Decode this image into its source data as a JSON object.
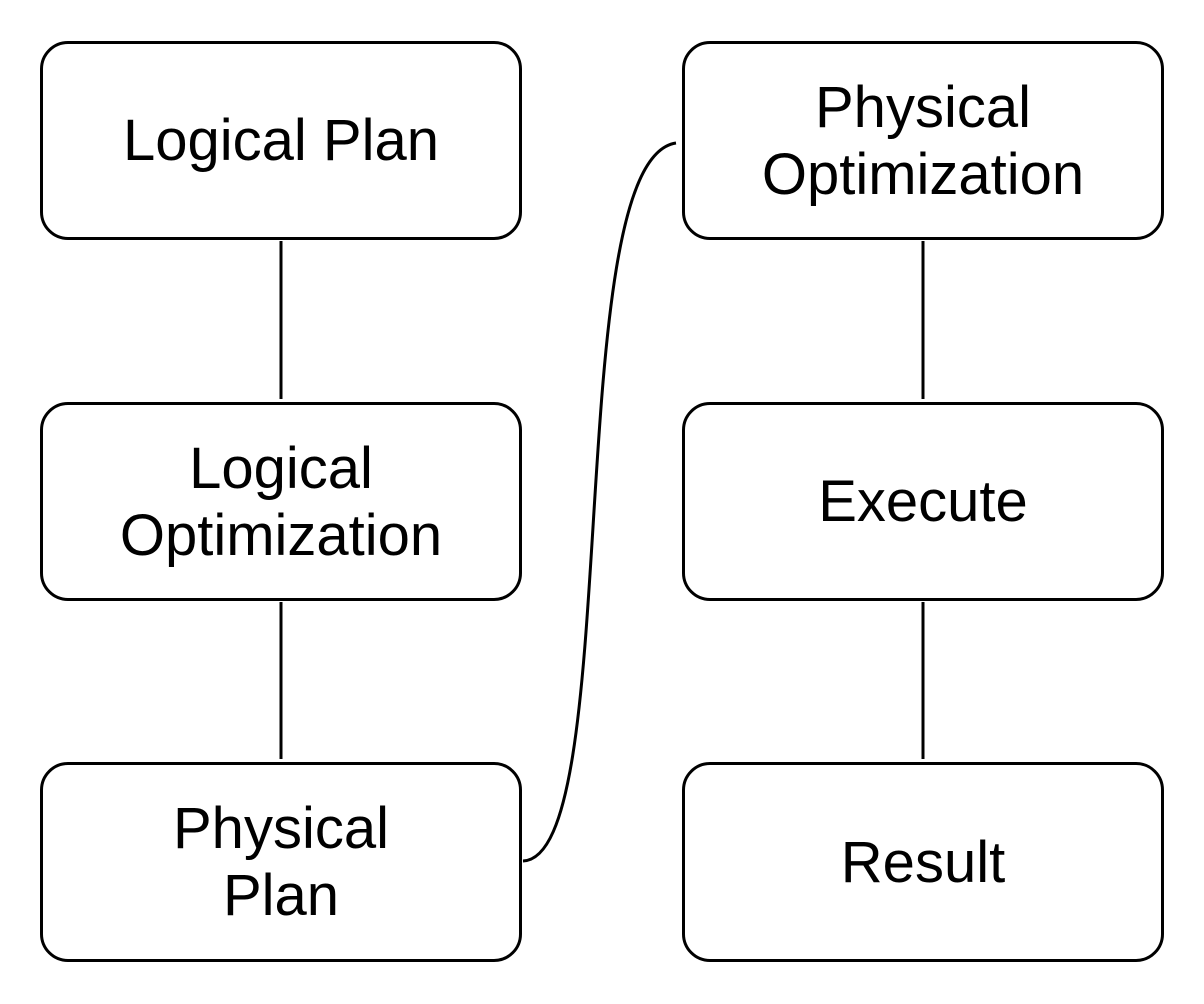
{
  "diagram": {
    "type": "flowchart",
    "background_color": "#ffffff",
    "node_fill_color": "#ffffff",
    "node_border_color": "#000000",
    "line_color": "#000000",
    "text_color": "#000000",
    "nodes": [
      {
        "id": "logical-plan",
        "label": "Logical Plan"
      },
      {
        "id": "logical-optimization",
        "label": "Logical\nOptimization"
      },
      {
        "id": "physical-plan",
        "label": "Physical\nPlan"
      },
      {
        "id": "physical-optimization",
        "label": "Physical\nOptimization"
      },
      {
        "id": "execute",
        "label": "Execute"
      },
      {
        "id": "result",
        "label": "Result"
      }
    ],
    "edges": [
      {
        "from": "logical-plan",
        "to": "logical-optimization",
        "shape": "straight-down",
        "arrowhead": "filled-triangle"
      },
      {
        "from": "logical-optimization",
        "to": "physical-plan",
        "shape": "straight-down",
        "arrowhead": "filled-triangle"
      },
      {
        "from": "physical-plan",
        "to": "physical-optimization",
        "shape": "curved-up-right",
        "arrowhead": "filled-triangle"
      },
      {
        "from": "physical-optimization",
        "to": "execute",
        "shape": "straight-down",
        "arrowhead": "filled-triangle"
      },
      {
        "from": "execute",
        "to": "result",
        "shape": "straight-down",
        "arrowhead": "filled-triangle"
      }
    ]
  }
}
